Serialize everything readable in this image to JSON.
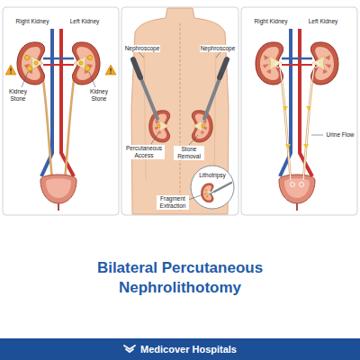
{
  "diagram": {
    "title": "Bilateral Percutaneous Nephrolithotomy",
    "nodes": [
      {
        "text": [
          "Medicover Hospitals"
        ]
      }
    ],
    "labels": [
      "Right Kidney",
      "Left Kidney",
      "Kidney Stone",
      "Kidney Stone",
      "Nephroscope",
      "Nephroscope",
      "Percutaneous Access",
      "Stone Removal",
      "Lithotripsy",
      "Fragment Extraction",
      "Right Kidney",
      "Left Kidney",
      "Urine Flow"
    ]
  }
}
